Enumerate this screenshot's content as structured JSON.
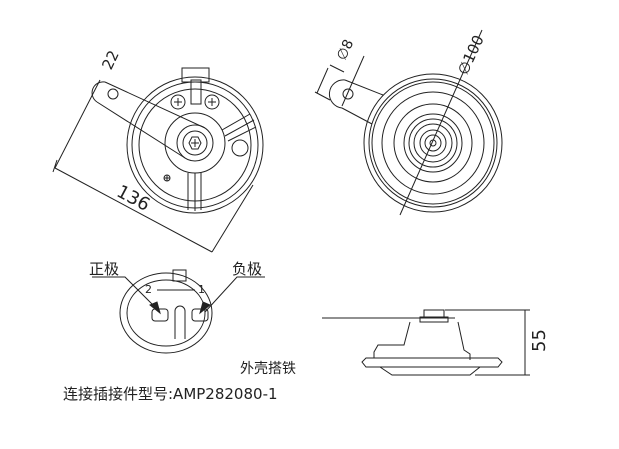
{
  "dimensions": {
    "length": "136",
    "hole_offset": "22",
    "hole_diameter": "∅8",
    "body_diameter": "∅100",
    "height": "55"
  },
  "connector": {
    "positive_label": "正极",
    "negative_label": "负极",
    "pin_2": "2",
    "pin_1": "1"
  },
  "notes": {
    "ground": "外壳搭铁",
    "connector_model": "连接插接件型号:AMP282080-1"
  },
  "colors": {
    "line": "#222222",
    "background": "#ffffff"
  }
}
